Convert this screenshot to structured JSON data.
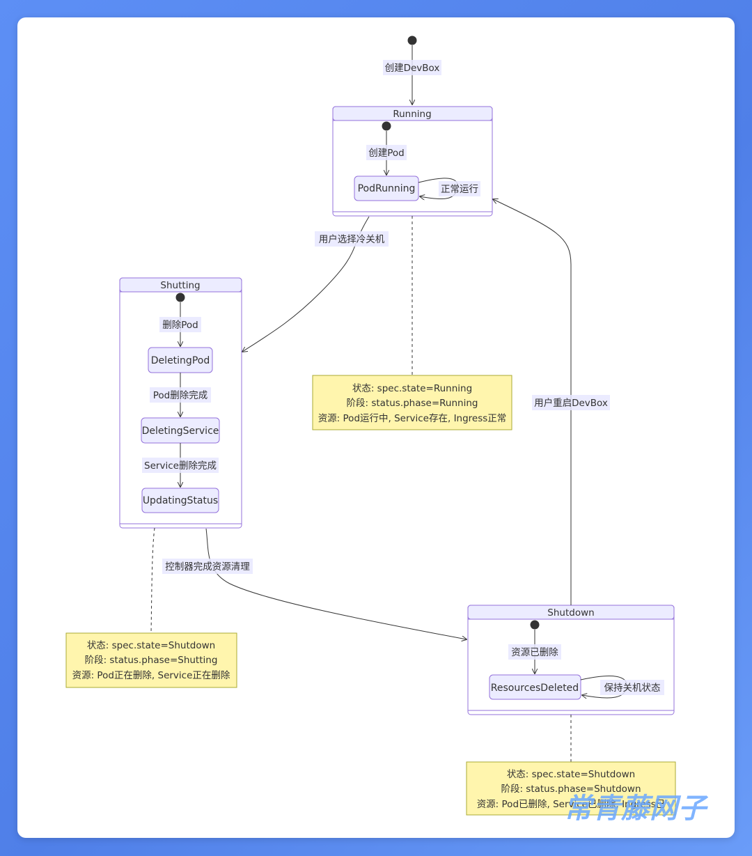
{
  "states": {
    "running": {
      "title": "Running",
      "inner": "PodRunning"
    },
    "shutting": {
      "title": "Shutting",
      "inner": [
        "DeletingPod",
        "DeletingService",
        "UpdatingStatus"
      ]
    },
    "shutdown": {
      "title": "Shutdown",
      "inner": "ResourcesDeleted"
    }
  },
  "transitions": {
    "create_devbox": "创建DevBox",
    "create_pod": "创建Pod",
    "normal_running": "正常运行",
    "user_cold_shutdown": "用户选择冷关机",
    "delete_pod": "删除Pod",
    "pod_deleted": "Pod删除完成",
    "service_deleted": "Service删除完成",
    "controller_cleanup": "控制器完成资源清理",
    "resources_deleted": "资源已删除",
    "keep_shutdown": "保持关机状态",
    "user_restart": "用户重启DevBox"
  },
  "notes": {
    "running": [
      "状态: spec.state=Running",
      "阶段: status.phase=Running",
      "资源: Pod运行中, Service存在, Ingress正常"
    ],
    "shutting": [
      "状态: spec.state=Shutdown",
      "阶段: status.phase=Shutting",
      "资源: Pod正在删除, Service正在删除"
    ],
    "shutdown": [
      "状态: spec.state=Shutdown",
      "阶段: status.phase=Shutdown",
      "资源: Pod已删除, Service已删除, Ingress已"
    ]
  },
  "watermark": "常青藤网子",
  "colors": {
    "state_fill": "#ececff",
    "state_stroke": "#9370db",
    "note_fill": "#fff5ad",
    "note_stroke": "#aaaa33",
    "background": "#5d8ff5"
  }
}
